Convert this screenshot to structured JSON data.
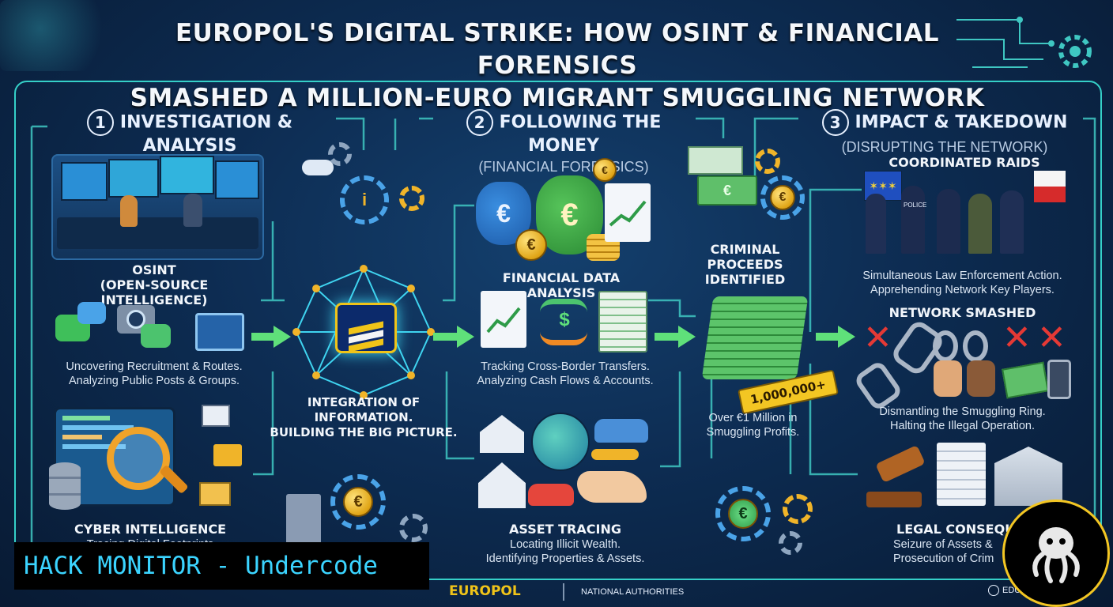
{
  "title": {
    "line1": "EUROPOL'S DIGITAL STRIKE: HOW OSINT & FINANCIAL FORENSICS",
    "line2": "SMASHED A MILLION-EURO MIGRANT SMUGGLING NETWORK"
  },
  "sections": [
    {
      "number": "1",
      "title": "INVESTIGATION & ANALYSIS",
      "subtitle": "(DIGITAL TRACES)"
    },
    {
      "number": "2",
      "title": "FOLLOWING THE MONEY",
      "subtitle": "(FINANCIAL FORENSICS)"
    },
    {
      "number": "3",
      "title": "IMPACT & TAKEDOWN",
      "subtitle": "(DISRUPTING THE NETWORK)"
    }
  ],
  "investigation": {
    "osint_label_1": "OSINT",
    "osint_label_2": "(OPEN-SOURCE INTELLIGENCE)",
    "osint_desc_1": "Uncovering Recruitment & Routes.",
    "osint_desc_2": "Analyzing Public Posts & Groups.",
    "cyber_label": "CYBER INTELLIGENCE",
    "cyber_desc": "Tracing Digital Footprints"
  },
  "hub": {
    "label_1": "INTEGRATION OF INFORMATION.",
    "label_2": "BUILDING THE BIG PICTURE."
  },
  "money": {
    "fda_label": "FINANCIAL DATA ANALYSIS",
    "fda_desc_1": "Tracking Cross-Border Transfers.",
    "fda_desc_2": "Analyzing Cash Flows & Accounts.",
    "asset_label": "ASSET TRACING",
    "asset_desc_1": "Locating Illicit Wealth.",
    "asset_desc_2": "Identifying Properties & Assets.",
    "proceeds_1": "CRIMINAL",
    "proceeds_2": "PROCEEDS",
    "proceeds_3": "IDENTIFIED",
    "tag": "1,000,000+",
    "profits_1": "Over €1 Million in",
    "profits_2": "Smuggling Profits."
  },
  "impact": {
    "raids_label": "COORDINATED RAIDS",
    "raids_desc_1": "Simultaneous Law Enforcement Action.",
    "raids_desc_2": "Apprehending Network Key Players.",
    "smashed_label": "NETWORK SMASHED",
    "smashed_desc_1": "Dismantling the Smuggling Ring.",
    "smashed_desc_2": "Halting the Illegal Operation.",
    "legal_label": "LEGAL CONSEQU",
    "legal_desc_1": "Seizure of Assets &",
    "legal_desc_2": "Prosecution of Crim"
  },
  "footer": {
    "europol": "EUROPOL",
    "national": "NATIONAL AUTHORITIES",
    "educational": "EDUCATIONAL USE"
  },
  "watermark": "HACK MONITOR - Undercode",
  "icons": {
    "currency_symbol": "€",
    "dollar_symbol": "$",
    "police_badge": "POLICE"
  },
  "colors": {
    "background": "#0b2447",
    "frame": "#35d0c8",
    "arrow": "#5fe07a",
    "gold": "#f0b429",
    "alert_red": "#e53935",
    "watermark_text": "#3bd4ff"
  }
}
